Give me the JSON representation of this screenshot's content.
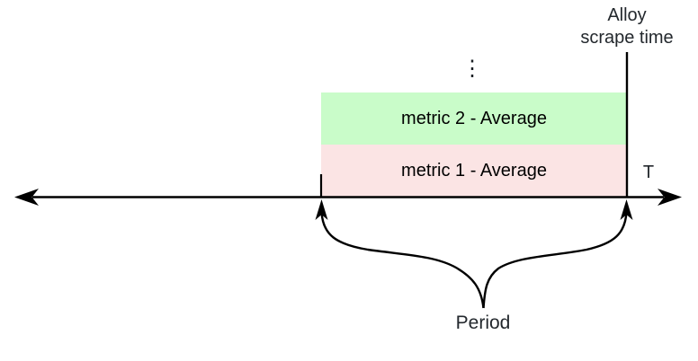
{
  "diagram": {
    "scrape_time_label": {
      "line1": "Alloy",
      "line2": "scrape time"
    },
    "ellipsis": "⋮",
    "bars": [
      {
        "label": "metric 2 - Average",
        "color": "#c9fcc9"
      },
      {
        "label": "metric 1 - Average",
        "color": "#fbe4e4"
      }
    ],
    "axis_label": "T",
    "period_label": "Period",
    "colors": {
      "line": "#000000",
      "text": "#23282d",
      "bar_metric2_fill": "#c9fcc9",
      "bar_metric1_fill": "#fbe4e4"
    }
  }
}
